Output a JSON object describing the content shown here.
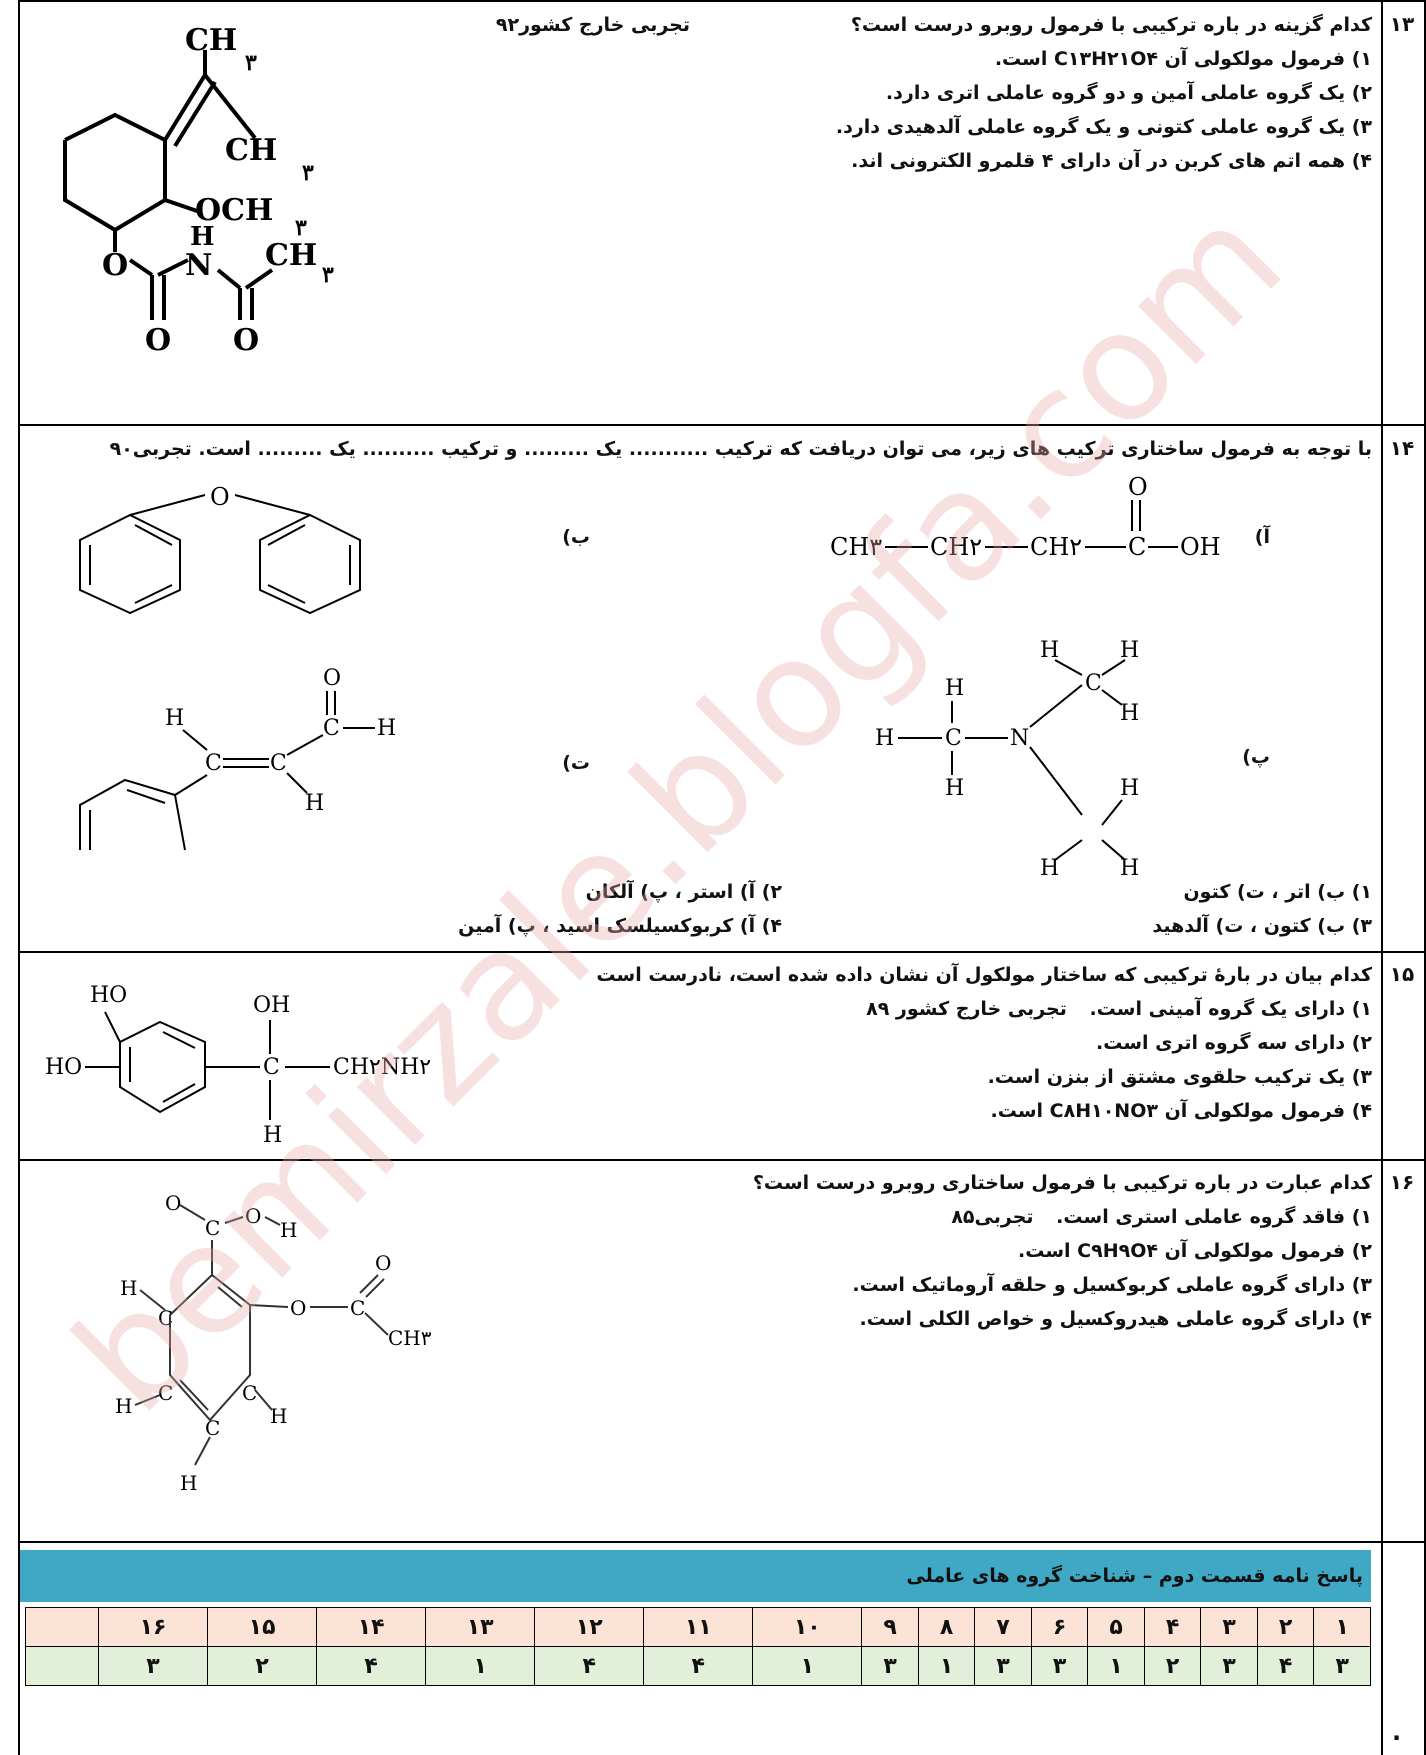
{
  "questions": [
    {
      "number": "۱۳",
      "stem": "کدام گزینه در باره ترکیبی با فرمول روبرو درست است؟",
      "source": "تجربی خارج کشور۹۲",
      "options": [
        "۱) فرمول مولکولی آن C۱۳H۲۱O۴ است.",
        "۲) یک گروه عاملی آمین و دو گروه عاملی اتری دارد.",
        "۳) یک گروه عاملی کتونی و یک گروه عاملی آلدهیدی دارد.",
        "۴) همه اتم های کربن در آن دارای ۴ قلمرو الکترونی اند."
      ],
      "figure_labels": [
        "CH",
        "۳",
        "CH",
        "۳",
        "OCH",
        "۳",
        "H",
        "O",
        "N",
        "CH",
        "۳",
        "O",
        "O"
      ]
    },
    {
      "number": "۱۴",
      "stem": "با توجه به فرمول ساختاری ترکیب های زیر، می توان دریافت که ترکیب ........... یک ......... و ترکیب .......... یک ......... است. تجربی۹۰",
      "part_labels": [
        "آ)",
        "ب)",
        "پ)",
        "ت)"
      ],
      "options": [
        "۱) ب) اتر ، ت) کتون",
        "۲) آ) استر ، پ) آلکان",
        "۳) ب) کتون ، ت) آلدهید",
        "۴) آ) کربوکسیلسک اسید ، پ) آمین"
      ],
      "figure_a": [
        "CH۳",
        "CH۲",
        "CH۲",
        "C",
        "OH",
        "O"
      ],
      "figure_b": [
        "O"
      ],
      "figure_p": [
        "H",
        "C",
        "H",
        "H",
        "N",
        "H",
        "H",
        "C",
        "H",
        "H",
        "H",
        "H"
      ],
      "figure_t": [
        "O",
        "C",
        "H",
        "H",
        "C",
        "C",
        "H"
      ]
    },
    {
      "number": "۱۵",
      "stem": "کدام بیان در بارهٔ ترکیبی که ساختار مولکول آن نشان داده شده است، نادرست است",
      "options": [
        "۱) دارای یک گروه آمینی است.",
        "۲) دارای سه گروه اتری است.",
        "۳) یک ترکیب حلقوی مشتق از بنزن است.",
        "۴) فرمول مولکولی آن C۸H۱۰NO۳ است."
      ],
      "source": "تجربی خارج کشور ۸۹",
      "figure_labels": [
        "HO",
        "HO",
        "OH",
        "C",
        "CH۲NH۲",
        "H"
      ]
    },
    {
      "number": "۱۶",
      "stem": "کدام عبارت در باره ترکیبی با فرمول ساختاری روبرو درست است؟",
      "options": [
        "۱) فاقد گروه عاملی استری است.",
        "۲) فرمول مولکولی آن C۹H۹O۴ است.",
        "۳) دارای گروه عاملی کربوکسیل و حلقه آروماتیک است.",
        "۴) دارای گروه عاملی هیدروکسیل و خواص الکلی است."
      ],
      "source": "تجربی۸۵",
      "figure_labels": [
        "O",
        "C",
        "O",
        "H",
        "O",
        "O",
        "C",
        "CH۳",
        "H",
        "C",
        "C",
        "C",
        "C",
        "H",
        "H",
        "H"
      ]
    }
  ],
  "answer_key": {
    "title": "پاسخ نامه قسمت دوم – شناخت گروه های عاملی",
    "questions": [
      "۱",
      "۲",
      "۳",
      "۴",
      "۵",
      "۶",
      "۷",
      "۸",
      "۹",
      "۱۰",
      "۱۱",
      "۱۲",
      "۱۳",
      "۱۴",
      "۱۵",
      "۱۶"
    ],
    "answers": [
      "۳",
      "۴",
      "۳",
      "۲",
      "۱",
      "۳",
      "۳",
      "۱",
      "۳",
      "۱",
      "۴",
      "۴",
      "۱",
      "۴",
      "۲",
      "۳"
    ]
  },
  "watermark": "bemirzale.blogfa.com",
  "footer_mark": "."
}
